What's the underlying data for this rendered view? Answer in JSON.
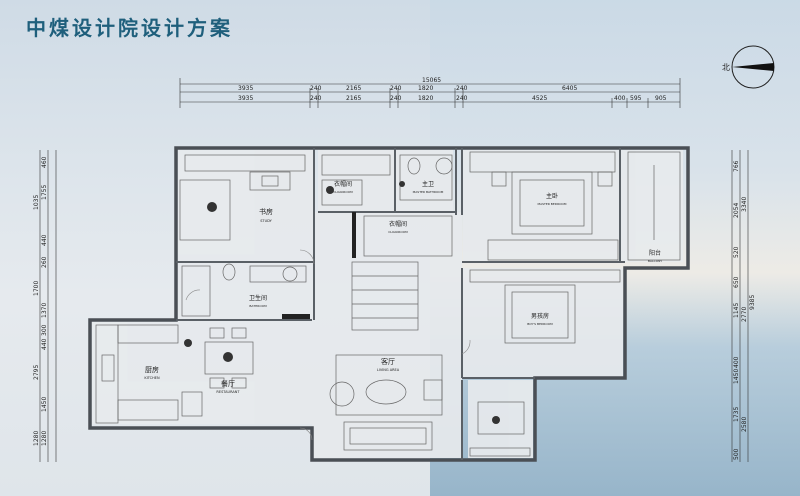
{
  "title": "中煤设计院设计方案",
  "compass": {
    "label": "北"
  },
  "dimensions": {
    "total": "15065",
    "row2": [
      "3935",
      "240",
      "2165",
      "240",
      "1820",
      "240",
      "6405"
    ],
    "row3": [
      "3935",
      "240",
      "2165",
      "240",
      "1820",
      "240",
      "4525",
      "400",
      "595",
      "905"
    ],
    "left": [
      "460",
      "1755",
      "1035",
      "440",
      "260",
      "1700",
      "1370",
      "300",
      "440",
      "2795",
      "1450",
      "1280",
      "1280"
    ],
    "right": [
      "766",
      "2054",
      "3340",
      "520",
      "650",
      "1145",
      "2770",
      "9385",
      "400",
      "1450",
      "1735",
      "2580",
      "500"
    ]
  },
  "rooms": {
    "study": {
      "cn": "书房",
      "en": "STUDY"
    },
    "cloakroom1": {
      "cn": "衣帽间",
      "en": "CLOAKROOM"
    },
    "master_bath": {
      "cn": "主卫",
      "en": "MASTER BATHROOM"
    },
    "master_bed": {
      "cn": "主卧",
      "en": "MASTER BEDROOM"
    },
    "cloakroom2": {
      "cn": "衣帽间",
      "en": "CLOAKROOM"
    },
    "balcony": {
      "cn": "阳台",
      "en": "BALCONY"
    },
    "bathroom": {
      "cn": "卫生间",
      "en": "BATHROOM"
    },
    "kids": {
      "cn": "男孩房",
      "en": "BOY'S BEDROOM"
    },
    "kitchen": {
      "cn": "厨房",
      "en": "KITCHEN"
    },
    "dining": {
      "cn": "餐厅",
      "en": "RESTAURANT"
    },
    "living": {
      "cn": "客厅",
      "en": "LIVING AREA"
    }
  }
}
